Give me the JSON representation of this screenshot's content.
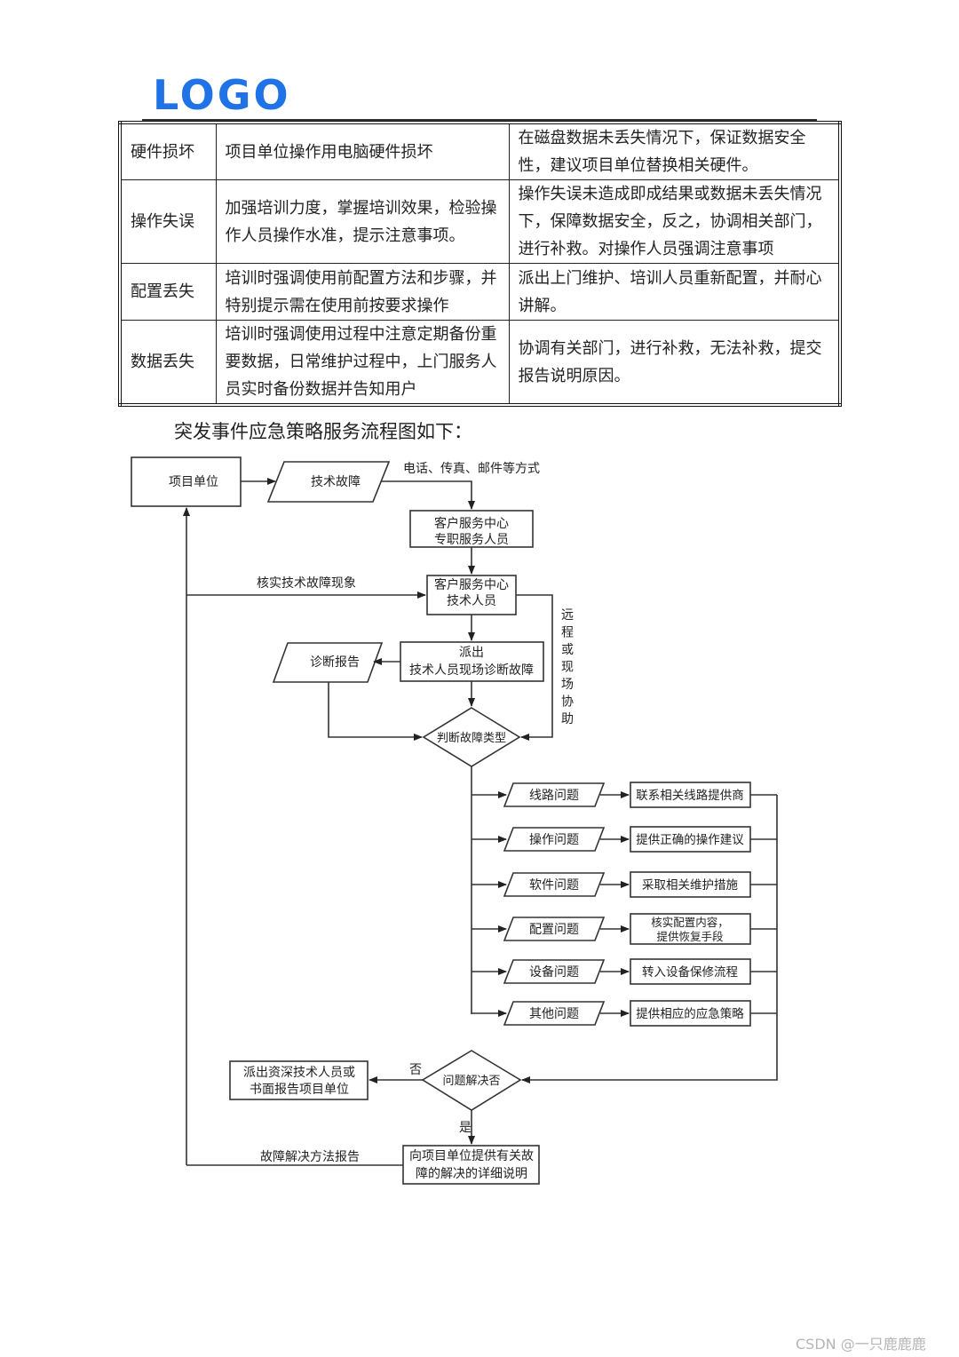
{
  "logo": "LOGO",
  "table": [
    {
      "type": "硬件损坏",
      "prevention": "项目单位操作用电脑硬件损坏",
      "response": "在磁盘数据未丢失情况下，保证数据安全性，建议项目单位替换相关硬件。"
    },
    {
      "type": "操作失误",
      "prevention": "加强培训力度，掌握培训效果，检验操作人员操作水准，提示注意事项。",
      "response": "操作失误未造成即成结果或数据未丢失情况下，保障数据安全，反之，协调相关部门，进行补救。对操作人员强调注意事项"
    },
    {
      "type": "配置丢失",
      "prevention": "培训时强调使用前配置方法和步骤，并特别提示需在使用前按要求操作",
      "response": "派出上门维护、培训人员重新配置，并耐心讲解。"
    },
    {
      "type": "数据丢失",
      "prevention": "培训时强调使用过程中注意定期备份重要数据，日常维护过程中，上门服务人员实时备份数据并告知用户",
      "response": "协调有关部门，进行补救，无法补救，提交报告说明原因。"
    }
  ],
  "intro": "突发事件应急策略服务流程图如下：",
  "flow": {
    "project_unit": "项目单位",
    "tech_fault": "技术故障",
    "contact_methods": "电话、传真、邮件等方式",
    "service_center_1": [
      "客户服务中心",
      "专职服务人员"
    ],
    "verify_label": "核实技术故障现象",
    "service_center_2": [
      "客户服务中心",
      "技术人员"
    ],
    "remote_label": "远程或现场协助",
    "diagnosis_report": "诊断报告",
    "dispatch": [
      "派出",
      "技术人员现场诊断故障"
    ],
    "judge_type": "判断故障类型",
    "categories": [
      {
        "problem": "线路问题",
        "action": [
          "联系相关线路提供商"
        ]
      },
      {
        "problem": "操作问题",
        "action": [
          "提供正确的操作建议"
        ]
      },
      {
        "problem": "软件问题",
        "action": [
          "采取相关维护措施"
        ]
      },
      {
        "problem": "配置问题",
        "action": [
          "核实配置内容，",
          "提供恢复手段"
        ]
      },
      {
        "problem": "设备问题",
        "action": [
          "转入设备保修流程"
        ]
      },
      {
        "problem": "其他问题",
        "action": [
          "提供相应的应急策略"
        ]
      }
    ],
    "solved_q": "问题解决否",
    "no": "否",
    "yes": "是",
    "senior": [
      "派出资深技术人员或",
      "书面报告项目单位"
    ],
    "final": [
      "向项目单位提供有关故",
      "障的解决的详细说明"
    ],
    "method_report": "故障解决方法报告"
  },
  "watermark": "CSDN @一只鹿鹿鹿"
}
